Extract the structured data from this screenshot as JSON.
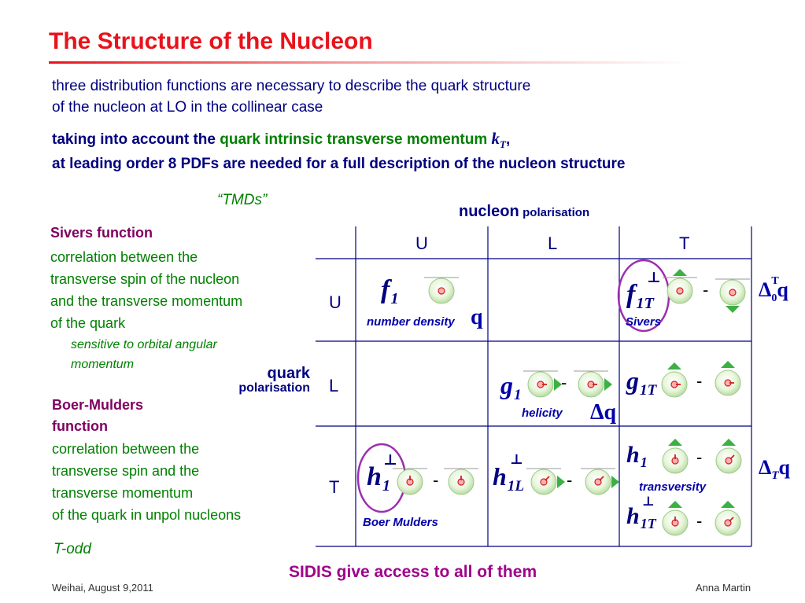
{
  "title": "The Structure of the Nucleon",
  "intro": {
    "line1": "three distribution functions are necessary to describe the quark structure",
    "line2": "of the nucleon at LO in the collinear case",
    "line3_a": "taking into account the ",
    "line3_b": "quark intrinsic transverse momentum",
    "line3_kt": "k",
    "line3_kt_sub": "T",
    "line3_c": ",",
    "line4": "at leading order 8 PDFs are needed for a full description of the nucleon structure"
  },
  "tmds": "“TMDs”",
  "sivers_note": {
    "heading": "Sivers function",
    "lines": [
      "correlation between the",
      "transverse spin of the nucleon",
      "and the transverse momentum",
      "of the quark"
    ],
    "sub1": "sensitive to orbital angular",
    "sub2": "momentum"
  },
  "bm_note": {
    "heading1": "Boer-Mulders",
    "heading2": "function",
    "lines": [
      "correlation between the",
      "transverse spin and the",
      "transverse momentum",
      "of the quark in unpol nucleons"
    ]
  },
  "todd": "T-odd",
  "nucleon_pol": {
    "big": "nucleon",
    "small": "polarisation"
  },
  "quark_pol": {
    "big": "quark",
    "small": "polarisation"
  },
  "columns": [
    "U",
    "L",
    "T"
  ],
  "rows": [
    "U",
    "L",
    "T"
  ],
  "cells": {
    "f1": {
      "letter": "f",
      "sub": "1",
      "label": "number density",
      "q": "q"
    },
    "f1t": {
      "letter": "f",
      "sub": "1T",
      "sup": "⊥",
      "label": "Sivers"
    },
    "g1": {
      "letter": "g",
      "sub": "1",
      "label": "helicity",
      "dq": "Δq"
    },
    "g1t": {
      "letter": "g",
      "sub": "1T"
    },
    "h1perp": {
      "letter": "h",
      "sub": "1",
      "sup": "⊥",
      "label": "Boer Mulders"
    },
    "h1l": {
      "letter": "h",
      "sub": "1L",
      "sup": "⊥"
    },
    "h1": {
      "letter": "h",
      "sub": "1",
      "label": "transversity"
    },
    "h1tperp": {
      "letter": "h",
      "sub": "1T",
      "sup": "⊥"
    },
    "minus": "-"
  },
  "right_labels": {
    "delta0": {
      "d": "Δ",
      "sub": "0",
      "sup": "T",
      "q": "q"
    },
    "deltaT": {
      "d": "Δ",
      "sub": "T",
      "q": "q"
    }
  },
  "sidis": "SIDIS give access to all of them",
  "footer_left": "Weihai, August 9,2011",
  "footer_right": "Anna Martin",
  "colors": {
    "title": "#e8131b",
    "text": "#000080",
    "green": "#008000",
    "maroon": "#800060",
    "arrow": "#3cb043",
    "ring": "#9b2fae"
  }
}
